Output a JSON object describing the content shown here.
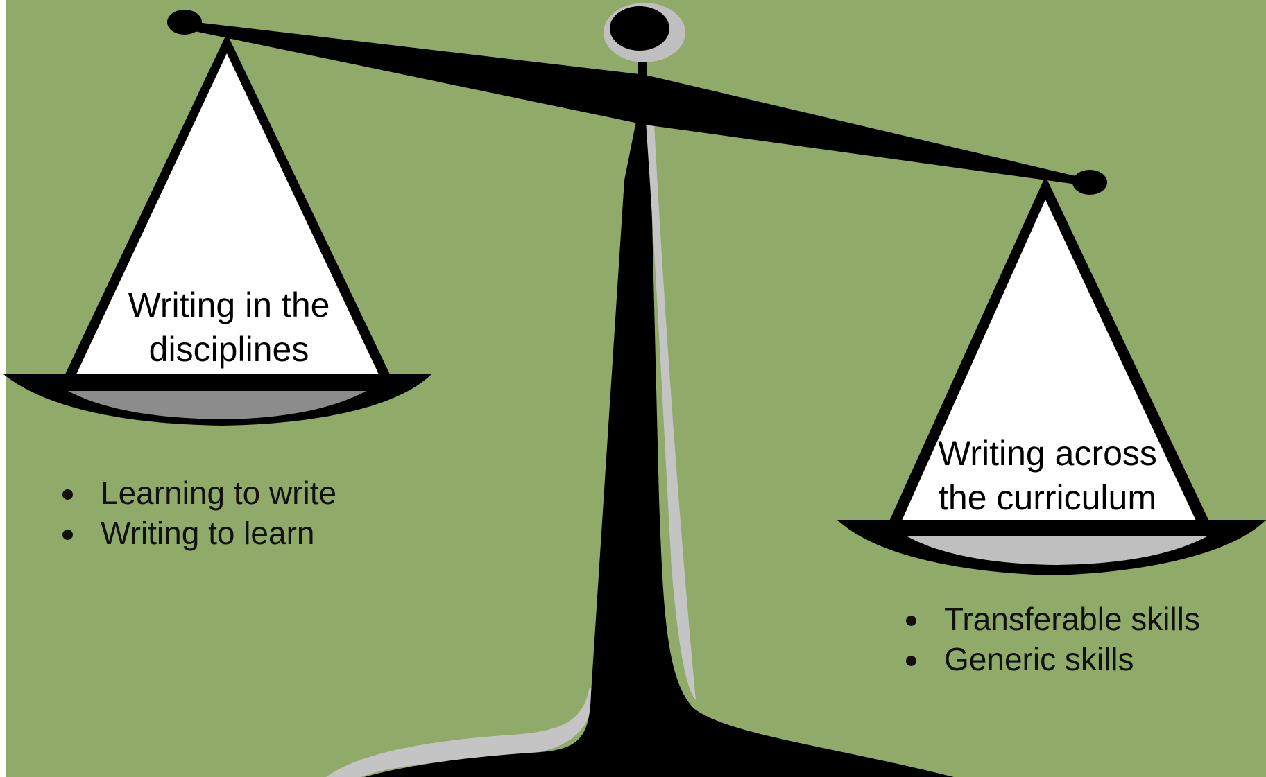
{
  "left_pan": {
    "title_lines": [
      "Writing in the",
      "disciplines"
    ],
    "bullets": [
      "Learning to write",
      "Writing to learn"
    ]
  },
  "right_pan": {
    "title_lines": [
      "Writing across",
      "the curriculum"
    ],
    "bullets": [
      "Transferable skills",
      "Generic skills"
    ]
  },
  "colors": {
    "background": "#8faa69",
    "ink": "#000000",
    "pan_white": "#ffffff",
    "pan_shadow_left": "#8c8c8c",
    "pan_shadow_right": "#bfbfbf",
    "highlight_gray": "#c4c4c4"
  }
}
